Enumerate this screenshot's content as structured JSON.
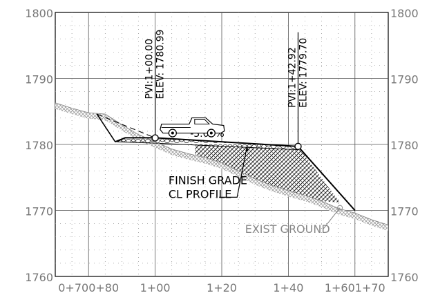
{
  "chart_data": {
    "type": "profile",
    "title": "",
    "xlabel": "",
    "ylabel": "",
    "xlim": [
      70,
      170
    ],
    "ylim": [
      1760,
      1800
    ],
    "x_ticks": [
      {
        "x": 80,
        "label": "0+700+80"
      },
      {
        "x": 100,
        "label": "1+00"
      },
      {
        "x": 120,
        "label": "1+20"
      },
      {
        "x": 140,
        "label": "1+40"
      },
      {
        "x": 160,
        "label": "1+601+70"
      }
    ],
    "y_ticks": [
      {
        "y": 1800,
        "label": "1800"
      },
      {
        "y": 1790,
        "label": "1790"
      },
      {
        "y": 1780,
        "label": "1780"
      },
      {
        "y": 1770,
        "label": "1770"
      },
      {
        "y": 1760,
        "label": "1760"
      }
    ],
    "grid": true,
    "existing_ground": {
      "name": "EXIST GROUND",
      "points": [
        [
          70,
          1786.3
        ],
        [
          75,
          1785.5
        ],
        [
          80,
          1784.8
        ],
        [
          85,
          1784.6
        ],
        [
          90,
          1783.0
        ],
        [
          95,
          1781.5
        ],
        [
          100,
          1780.4
        ],
        [
          105,
          1779.3
        ],
        [
          110,
          1778.6
        ],
        [
          115,
          1778.0
        ],
        [
          120,
          1777.2
        ],
        [
          125,
          1776.0
        ],
        [
          130,
          1774.8
        ],
        [
          135,
          1773.8
        ],
        [
          140,
          1773.0
        ],
        [
          145,
          1772.3
        ],
        [
          150,
          1771.4
        ],
        [
          155,
          1770.3
        ],
        [
          160,
          1769.6
        ],
        [
          165,
          1768.6
        ],
        [
          170,
          1767.8
        ]
      ]
    },
    "finish_grade": {
      "name": "FINISH GRADE CL PROFILE",
      "points": [
        [
          88,
          1780.4
        ],
        [
          91,
          1781.0
        ],
        [
          100,
          1781.0
        ],
        [
          142.9,
          1779.7
        ],
        [
          160,
          1770.0
        ]
      ]
    },
    "grade_tangent": {
      "points": [
        [
          82.5,
          1784.6
        ],
        [
          100,
          1780.99
        ]
      ]
    },
    "grade_label": "-3.00%",
    "pvis": [
      {
        "station": 100.0,
        "elevation": 1780.99,
        "label": "PVI:1+00.00",
        "elev_label": "ELEV: 1780.99"
      },
      {
        "station": 142.92,
        "elevation": 1779.7,
        "label": "PVI:1+42.92",
        "elev_label": "ELEV: 1779.70"
      }
    ],
    "annotations": [
      {
        "lines": [
          "FINISH GRADE",
          "CL PROFILE"
        ],
        "x": 104,
        "y": 1774.0
      },
      {
        "lines": [
          "EXIST GROUND"
        ],
        "x": 127,
        "y": 1766.6
      }
    ]
  }
}
